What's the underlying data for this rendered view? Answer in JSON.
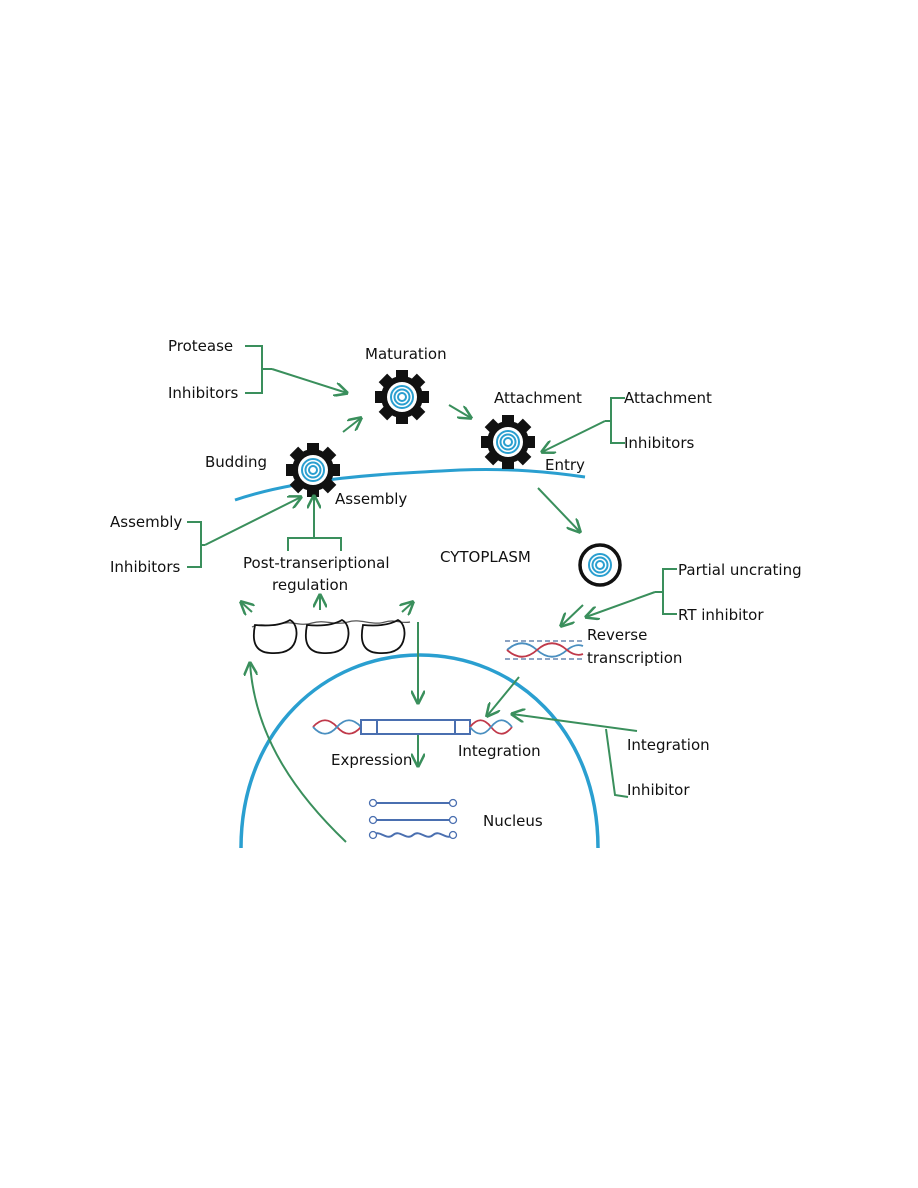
{
  "labels": {
    "protease": "Protease",
    "protease_inhibitors": "Inhibitors",
    "maturation": "Maturation",
    "attachment": "Attachment",
    "attachment_right": "Attachment",
    "attachment_inhibitors": "Inhibitors",
    "budding": "Budding",
    "entry": "Entry",
    "assembly": "Assembly",
    "assembly_left": "Assembly",
    "assembly_inhibitors": "Inhibitors",
    "post_transcriptional_line1": "Post-transeriptional",
    "post_transcriptional_line2": "regulation",
    "cytoplasm": "CYTOPLASM",
    "partial_uncrating": "Partial uncrating",
    "rt_inhibitor": "RT  inhibitor",
    "reverse_line1": "Reverse",
    "reverse_line2": "transcription",
    "expression": "Expression",
    "integration": "Integration",
    "integration_right": "Integration",
    "integration_inhibitor": "Inhibitor",
    "nucleus": "Nucleus"
  },
  "colors": {
    "arrow": "#3a8f5c",
    "membrane": "#2a9fd0",
    "gear": "#111111",
    "dna_red": "#c0394a",
    "dna_blue": "#4a8fc0"
  }
}
